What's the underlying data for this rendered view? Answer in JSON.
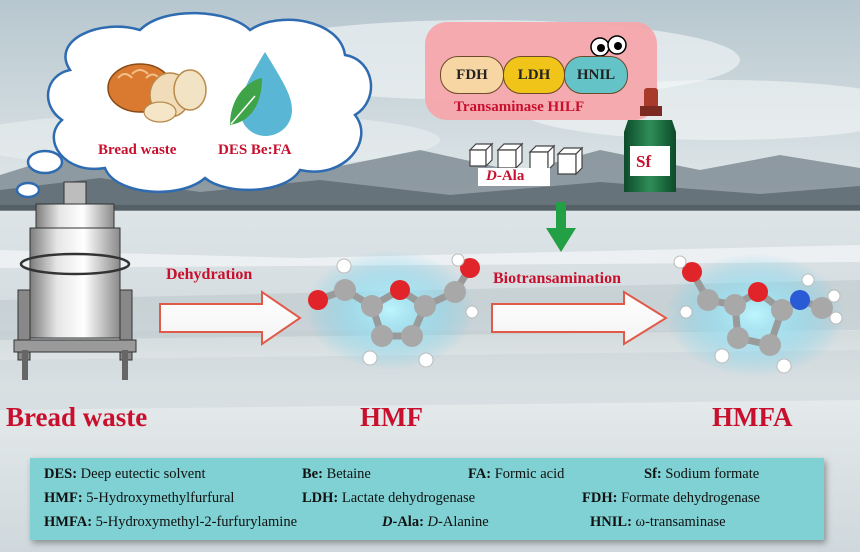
{
  "thought_bubble": {
    "bread_label": "Bread waste",
    "des_label": "DES Be:FA"
  },
  "enzyme_panel": {
    "fdh": "FDH",
    "ldh": "LDH",
    "hnil": "HNIL",
    "caption": "Transaminase HILF"
  },
  "reagents": {
    "dala_italic": "D",
    "dala_rest": "-Ala",
    "sf": "Sf"
  },
  "process": {
    "step1": "Dehydration",
    "step2": "Biotransamination"
  },
  "compounds": {
    "start": "Bread waste",
    "middle": "HMF",
    "end": "HMFA"
  },
  "legend": {
    "row1": [
      {
        "abbr": "DES:",
        "text": " Deep eutectic solvent"
      },
      {
        "abbr": "Be:",
        "text": " Betaine"
      },
      {
        "abbr": "FA:",
        "text": "  Formic acid"
      },
      {
        "abbr": "Sf:",
        "text": "  Sodium formate"
      }
    ],
    "row2": [
      {
        "abbr": "HMF:",
        "text": " 5-Hydroxymethylfurfural"
      },
      {
        "abbr": "LDH:",
        "text": "  Lactate dehydrogenase"
      },
      {
        "abbr": "FDH:",
        "text": "  Formate dehydrogenase"
      }
    ],
    "row3": [
      {
        "abbr": "HMFA:",
        "text": " 5-Hydroxymethyl-2-furfurylamine"
      },
      {
        "abbr_italic": "D",
        "abbr": "-Ala:",
        "text_italic": "D",
        "text": "-Alanine"
      },
      {
        "abbr": "HNIL:",
        "text": " ω-transaminase"
      }
    ]
  }
}
